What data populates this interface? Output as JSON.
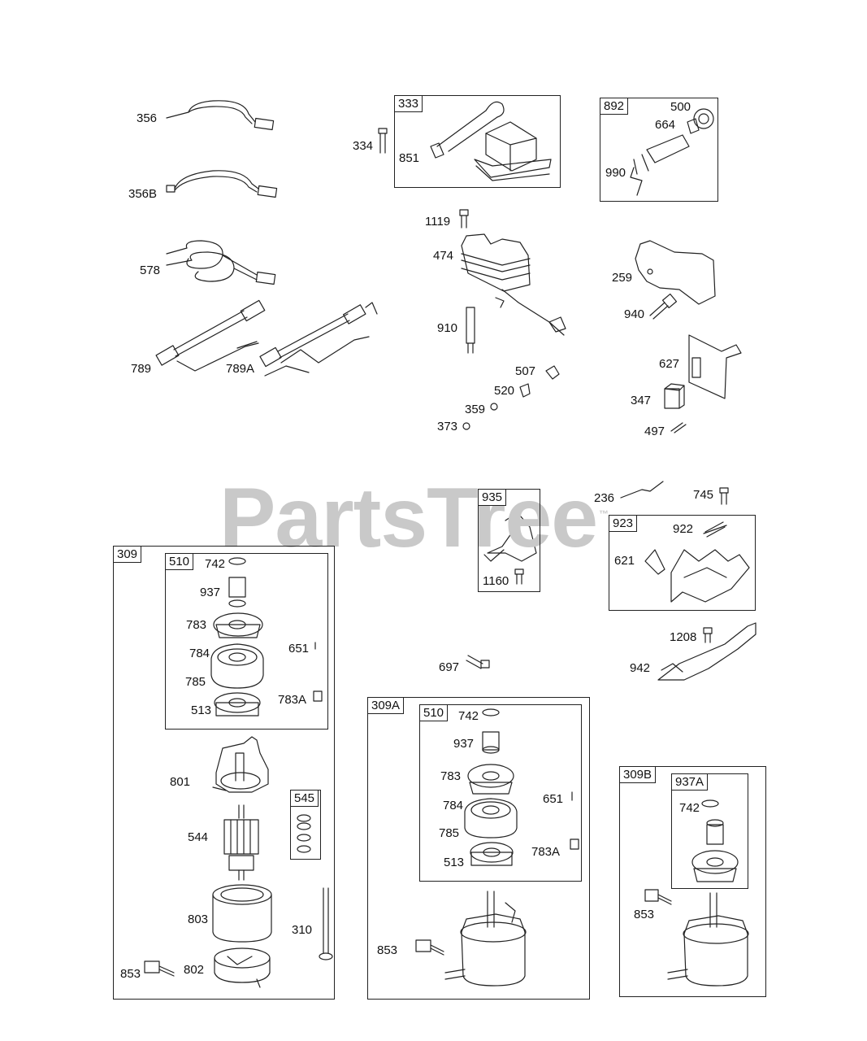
{
  "watermark": {
    "brand": "PartsTree",
    "mark": "™"
  },
  "boxes": [
    {
      "id": "b333",
      "label": "333"
    },
    {
      "id": "b892",
      "label": "892"
    },
    {
      "id": "b935",
      "label": "935"
    },
    {
      "id": "b923",
      "label": "923"
    },
    {
      "id": "b309",
      "label": "309"
    },
    {
      "id": "b510a",
      "label": "510"
    },
    {
      "id": "b545",
      "label": "545"
    },
    {
      "id": "b309A",
      "label": "309A"
    },
    {
      "id": "b510b",
      "label": "510"
    },
    {
      "id": "b309B",
      "label": "309B"
    },
    {
      "id": "b937A",
      "label": "937A"
    }
  ],
  "labels": [
    {
      "id": "l356",
      "text": "356"
    },
    {
      "id": "l356B",
      "text": "356B"
    },
    {
      "id": "l578",
      "text": "578"
    },
    {
      "id": "l789",
      "text": "789"
    },
    {
      "id": "l789A",
      "text": "789A"
    },
    {
      "id": "l334",
      "text": "334"
    },
    {
      "id": "l851",
      "text": "851"
    },
    {
      "id": "l1119",
      "text": "1119"
    },
    {
      "id": "l474",
      "text": "474"
    },
    {
      "id": "l910",
      "text": "910"
    },
    {
      "id": "l507",
      "text": "507"
    },
    {
      "id": "l520",
      "text": "520"
    },
    {
      "id": "l359",
      "text": "359"
    },
    {
      "id": "l373",
      "text": "373"
    },
    {
      "id": "l500",
      "text": "500"
    },
    {
      "id": "l664",
      "text": "664"
    },
    {
      "id": "l990",
      "text": "990"
    },
    {
      "id": "l259",
      "text": "259"
    },
    {
      "id": "l940",
      "text": "940"
    },
    {
      "id": "l627",
      "text": "627"
    },
    {
      "id": "l347",
      "text": "347"
    },
    {
      "id": "l497",
      "text": "497"
    },
    {
      "id": "l236",
      "text": "236"
    },
    {
      "id": "l745",
      "text": "745"
    },
    {
      "id": "l922",
      "text": "922"
    },
    {
      "id": "l621",
      "text": "621"
    },
    {
      "id": "l1160",
      "text": "1160"
    },
    {
      "id": "l1208",
      "text": "1208"
    },
    {
      "id": "l942",
      "text": "942"
    },
    {
      "id": "l697",
      "text": "697"
    },
    {
      "id": "a742",
      "text": "742"
    },
    {
      "id": "a937",
      "text": "937"
    },
    {
      "id": "a783",
      "text": "783"
    },
    {
      "id": "a784",
      "text": "784"
    },
    {
      "id": "a651",
      "text": "651"
    },
    {
      "id": "a785",
      "text": "785"
    },
    {
      "id": "a783A",
      "text": "783A"
    },
    {
      "id": "a513",
      "text": "513"
    },
    {
      "id": "l801",
      "text": "801"
    },
    {
      "id": "l544",
      "text": "544"
    },
    {
      "id": "l803",
      "text": "803"
    },
    {
      "id": "l310",
      "text": "310"
    },
    {
      "id": "l853a",
      "text": "853"
    },
    {
      "id": "l802",
      "text": "802"
    },
    {
      "id": "b742",
      "text": "742"
    },
    {
      "id": "b937",
      "text": "937"
    },
    {
      "id": "b783",
      "text": "783"
    },
    {
      "id": "b784",
      "text": "784"
    },
    {
      "id": "b651",
      "text": "651"
    },
    {
      "id": "b785",
      "text": "785"
    },
    {
      "id": "b783A",
      "text": "783A"
    },
    {
      "id": "b513",
      "text": "513"
    },
    {
      "id": "l853b",
      "text": "853"
    },
    {
      "id": "c742",
      "text": "742"
    },
    {
      "id": "l853c",
      "text": "853"
    }
  ]
}
